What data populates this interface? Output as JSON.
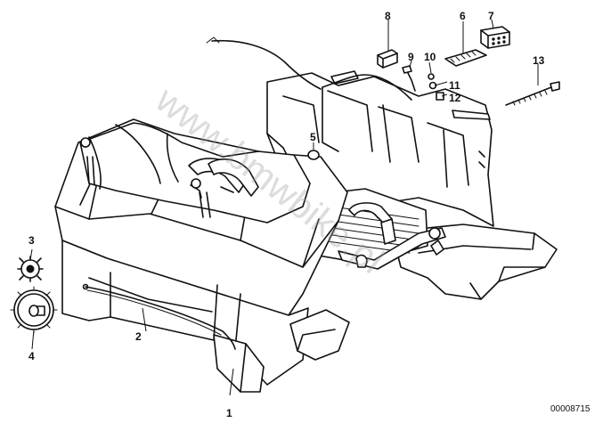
{
  "watermark": "www.bmwbike.pl",
  "document_id": "00008715",
  "callouts": {
    "c1": "1",
    "c2": "2",
    "c3": "3",
    "c4": "4",
    "c5": "5",
    "c6": "6",
    "c7": "7",
    "c8": "8",
    "c9": "9",
    "c10": "10",
    "c11": "11",
    "c12": "12",
    "c13": "13"
  }
}
